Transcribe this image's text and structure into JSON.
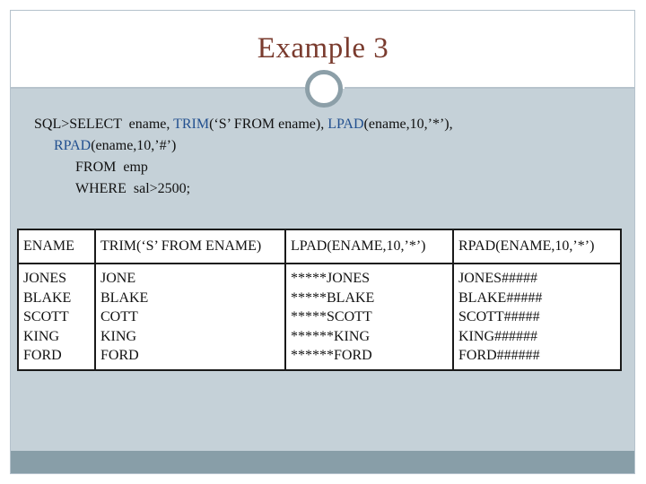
{
  "slide": {
    "title": "Example 3"
  },
  "sql": {
    "line1": {
      "prefix": "SQL>SELECT  ename, ",
      "trim_kw": "TRIM",
      "trim_args": "(‘S’ FROM ename), ",
      "lpad_kw": "LPAD",
      "lpad_args": "(ename,10,’*’),"
    },
    "line2": {
      "rpad_kw": "RPAD",
      "rpad_args": "(ename,10,’#’)"
    },
    "line3": "FROM  emp",
    "line4": "WHERE  sal>2500;"
  },
  "table": {
    "headers": [
      "ENAME",
      "TRIM(‘S’ FROM ENAME)",
      "LPAD(ENAME,10,’*’)",
      "RPAD(ENAME,10,’*’)"
    ],
    "columns": [
      [
        "JONES",
        "BLAKE",
        "SCOTT",
        "KING",
        "FORD"
      ],
      [
        "JONE",
        "BLAKE",
        "COTT",
        "KING",
        "FORD"
      ],
      [
        "*****JONES",
        "*****BLAKE",
        "*****SCOTT",
        "******KING",
        "******FORD"
      ],
      [
        "JONES#####",
        "BLAKE#####",
        "SCOTT#####",
        "KING######",
        "FORD######"
      ]
    ]
  },
  "colors": {
    "title": "#7a3b2e",
    "keyword": "#22508f",
    "content_bg": "#c5d1d8",
    "footer": "#889ea8",
    "ring": "#8c9fa8"
  }
}
